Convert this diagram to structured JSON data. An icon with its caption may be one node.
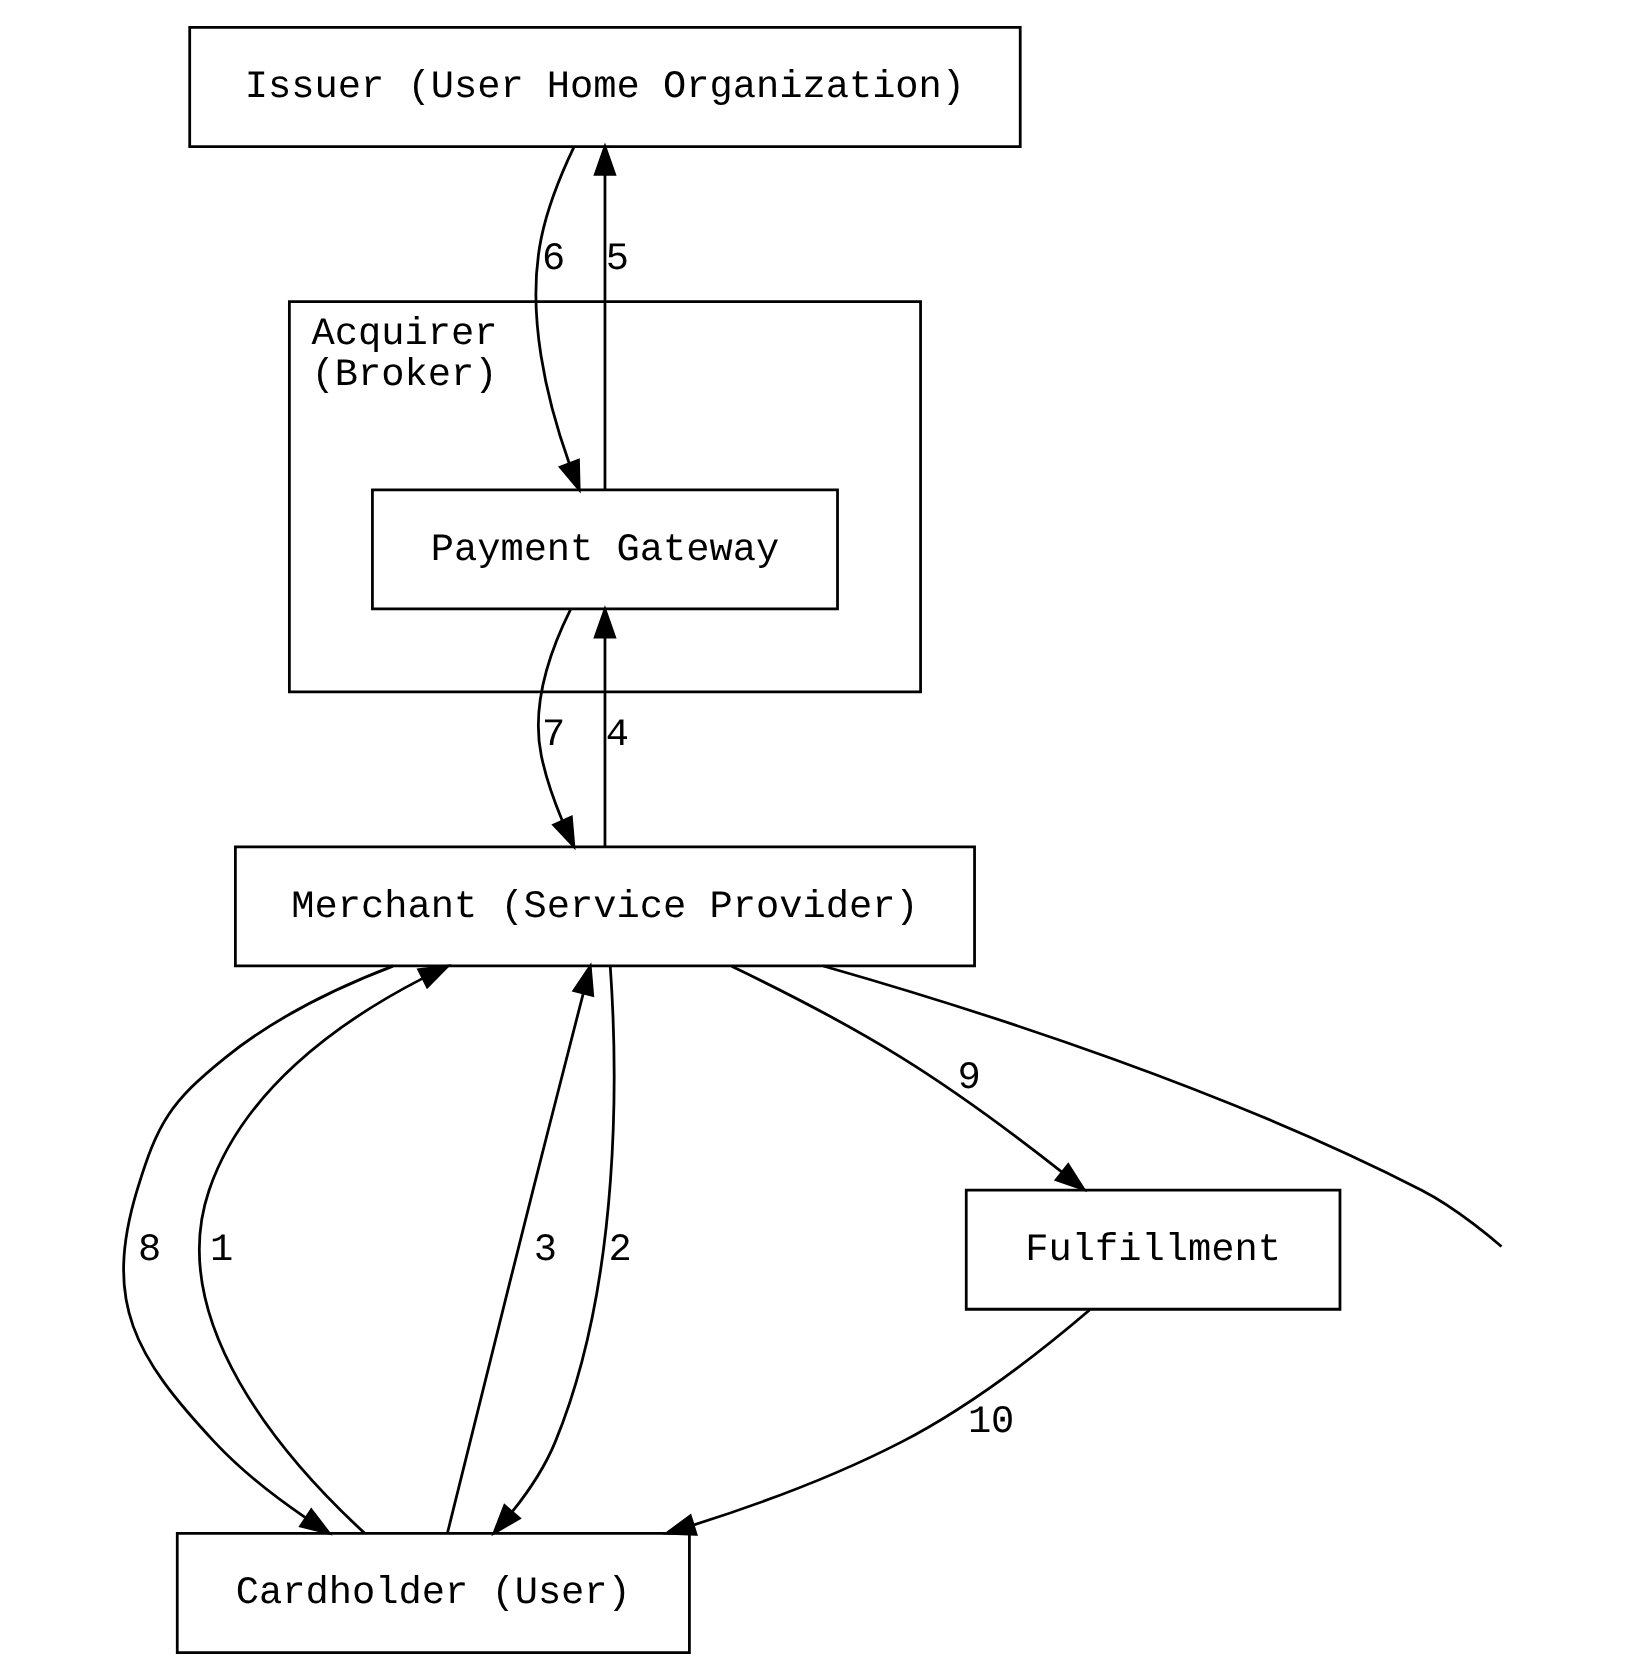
{
  "diagram": {
    "nodes": [
      {
        "text": [
          "Issuer (User Home Organization)"
        ]
      },
      {
        "text": [
          "Acquirer (Broker)"
        ]
      },
      {
        "text": [
          "Payment Gateway"
        ],
        "in": 1
      },
      {
        "text": [
          "Cardholder (User)"
        ]
      },
      {
        "text": [
          "Merchant (Service Provider)"
        ]
      },
      {
        "text": [
          "Fulfillment"
        ]
      }
    ],
    "edges": [
      {
        "from": 2,
        "to": 0,
        "arrow": "to",
        "label": "5"
      },
      {
        "from": 0,
        "to": 2,
        "arrow": "to",
        "label": "6"
      },
      {
        "from": 4,
        "to": 2,
        "arrow": "to",
        "label": "4"
      },
      {
        "from": 2,
        "to": 4,
        "arrow": "to",
        "label": "7"
      },
      {
        "from": 3,
        "to": 4,
        "arrow": "to",
        "label": "1"
      },
      {
        "from": 4,
        "to": 3,
        "arrow": "to",
        "label": "2"
      },
      {
        "from": 3,
        "to": 4,
        "arrow": "to",
        "label": "3"
      },
      {
        "from": 4,
        "to": 3,
        "arrow": "to",
        "label": "8"
      },
      {
        "from": 4,
        "to": 5,
        "arrow": "to",
        "label": "9"
      },
      {
        "from": 5,
        "to": 3,
        "arrow": "to",
        "label": "10"
      },
      {
        "from": 4,
        "to": null,
        "arrow": "none"
      }
    ]
  }
}
